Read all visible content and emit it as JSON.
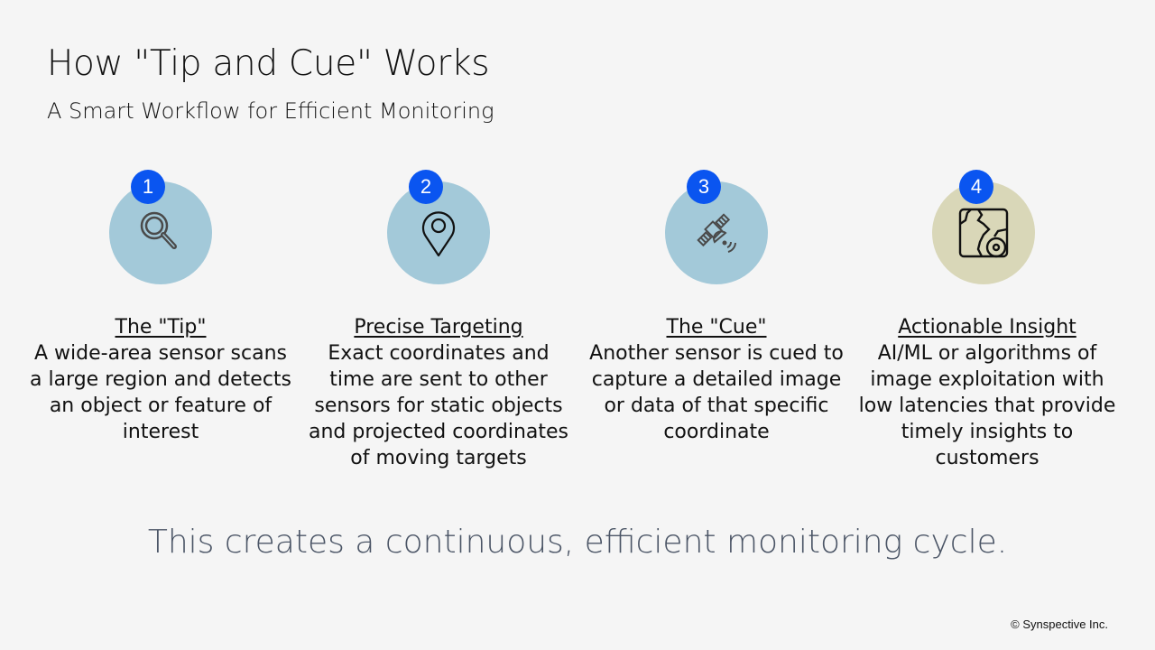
{
  "title": "How \"Tip and Cue\" Works",
  "subtitle": "A Smart Workflow for Efficient Monitoring",
  "steps": [
    {
      "number": "1",
      "icon": "magnifier-icon",
      "color": "#a3c9d9",
      "heading": "The \"Tip\"",
      "description": "A wide-area sensor scans a large region and detects an object or feature of interest"
    },
    {
      "number": "2",
      "icon": "map-pin-icon",
      "color": "#a3c9d9",
      "heading": "Precise Targeting",
      "description": "Exact coordinates and time are sent to other sensors for static objects and projected coordinates of moving targets"
    },
    {
      "number": "3",
      "icon": "satellite-icon",
      "color": "#a3c9d9",
      "heading": "The \"Cue\"",
      "description": "Another sensor is cued to capture a detailed image or data of that specific coordinate"
    },
    {
      "number": "4",
      "icon": "map-insight-icon",
      "color": "#d9d7b8",
      "heading": "Actionable Insight",
      "description": "AI/ML or algorithms of image exploitation with low latencies that provide timely insights to customers"
    }
  ],
  "tagline": "This creates a continuous, efficient monitoring cycle.",
  "copyright": "© Synspective Inc.",
  "badge_color": "#0a55f0"
}
